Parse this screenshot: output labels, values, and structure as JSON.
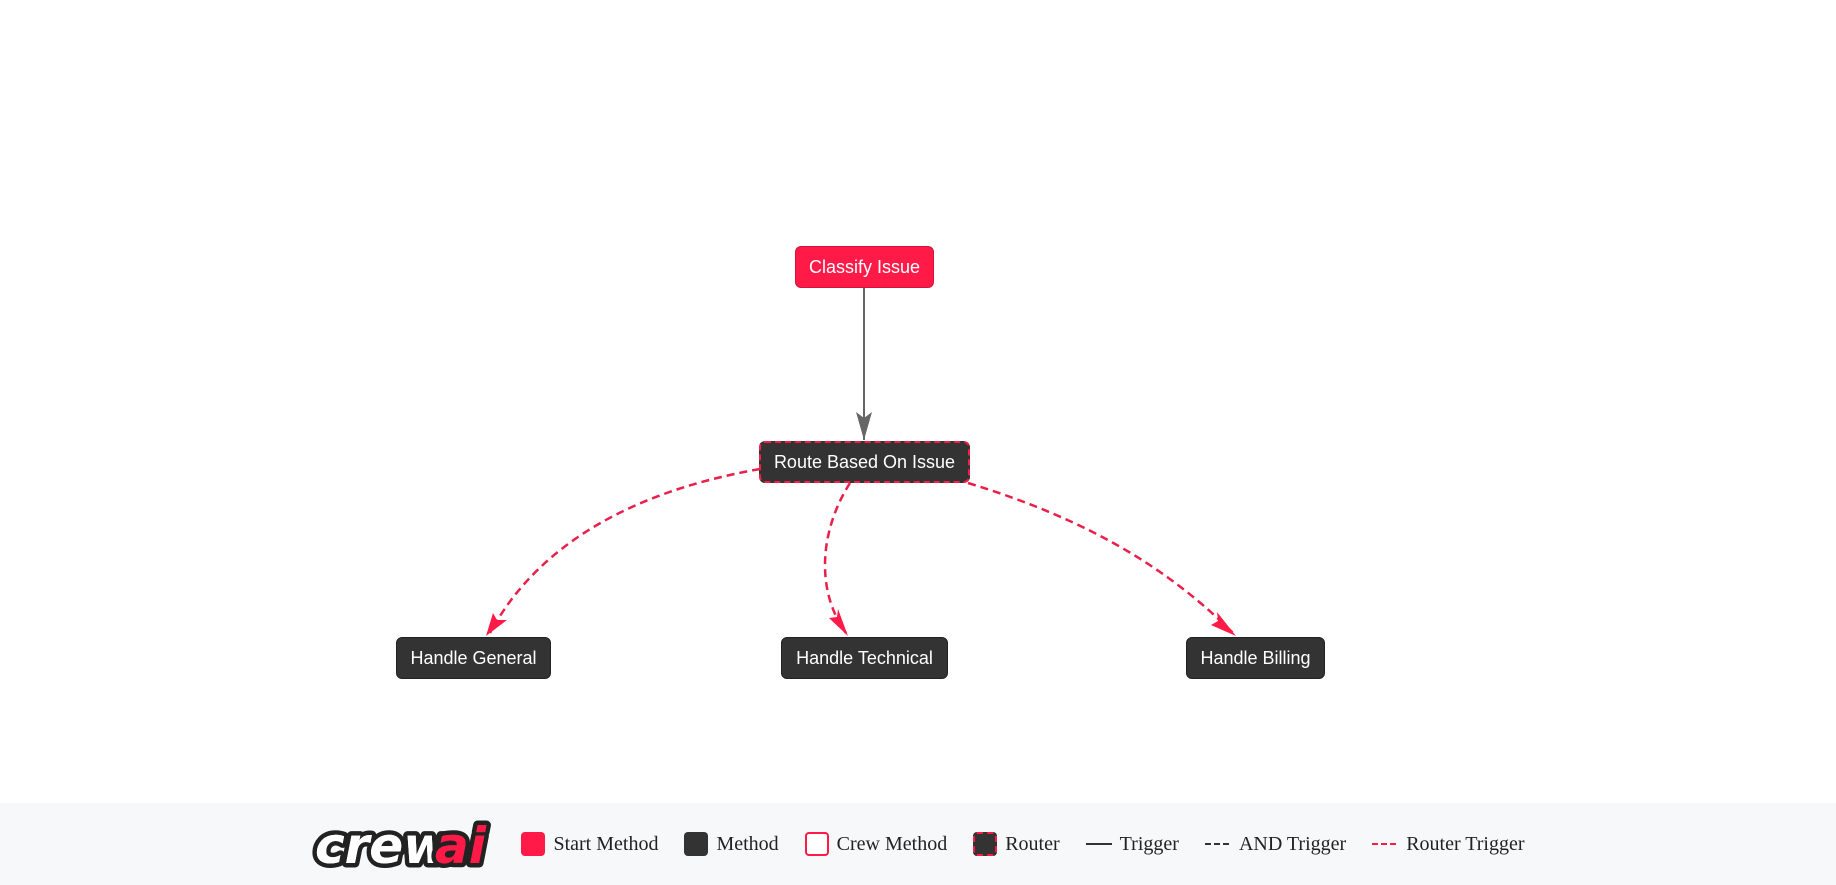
{
  "colors": {
    "accent": "#ff1a47",
    "node_dark": "#333333",
    "trigger_edge": "#666666",
    "legend_bg": "#f7f8fa"
  },
  "nodes": {
    "classify_issue": "Classify Issue",
    "route_based_on_issue": "Route Based On Issue",
    "handle_general": "Handle General",
    "handle_technical": "Handle Technical",
    "handle_billing": "Handle Billing"
  },
  "edges": [
    {
      "from": "classify_issue",
      "to": "route_based_on_issue",
      "type": "trigger"
    },
    {
      "from": "route_based_on_issue",
      "to": "handle_general",
      "type": "router"
    },
    {
      "from": "route_based_on_issue",
      "to": "handle_technical",
      "type": "router"
    },
    {
      "from": "route_based_on_issue",
      "to": "handle_billing",
      "type": "router"
    }
  ],
  "legend": {
    "logo_icon": "crewai-logo",
    "start_method": "Start Method",
    "method": "Method",
    "crew_method": "Crew Method",
    "router": "Router",
    "trigger": "Trigger",
    "and_trigger": "AND Trigger",
    "router_trigger": "Router Trigger"
  }
}
